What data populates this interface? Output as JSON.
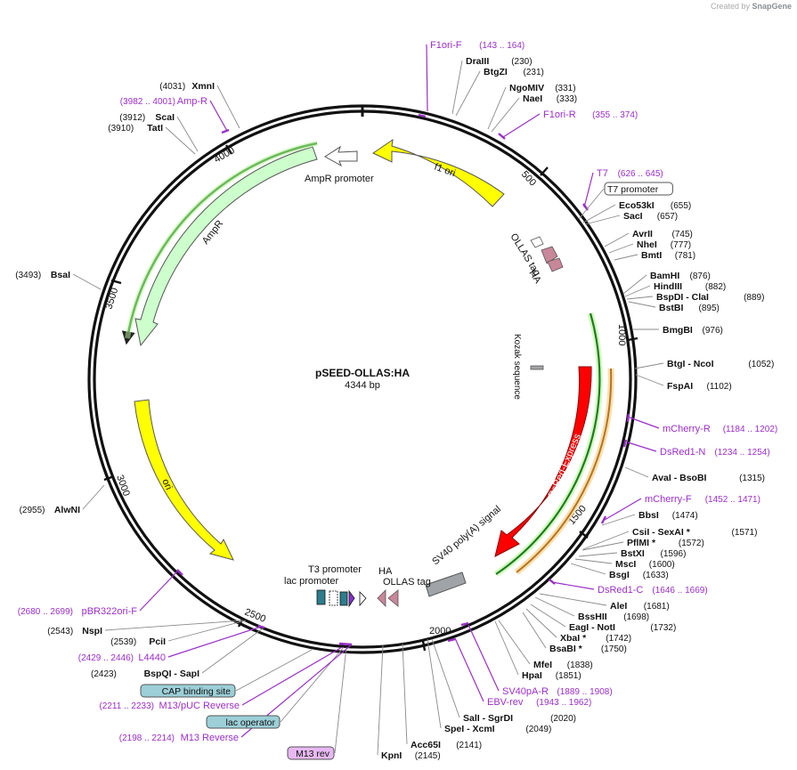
{
  "credit": {
    "prefix": "Created by",
    "brand": "SnapGene"
  },
  "plasmid": {
    "name": "pSEED-OLLAS:HA",
    "size_label": "4344 bp",
    "length": 4344
  },
  "colors": {
    "primer": "#9a2fc8",
    "enzyme": "#000000",
    "ori": "#ffff00",
    "ampr": "#ccffcc",
    "dsred": "#ff0000",
    "sv40": "#a0a4a8",
    "tag": "#c9879a",
    "feature_box": "#9ccfd8",
    "m13box": "#e7b8f2"
  },
  "ticks": [
    "500",
    "1000",
    "1500",
    "2000",
    "2500",
    "3000",
    "3500",
    "4000"
  ],
  "features": [
    {
      "name": "AmpR promoter",
      "color": "#ffffff"
    },
    {
      "name": "AmpR",
      "color": "#ccffcc"
    },
    {
      "name": "f1 ori",
      "color": "#ffff00"
    },
    {
      "name": "ori",
      "color": "#ffff00"
    },
    {
      "name": "DsRed-Express",
      "color": "#ff0000"
    },
    {
      "name": "SV40 poly(A) signal",
      "color": "#a0a4a8"
    },
    {
      "name": "Kozak sequence",
      "color": "#a0a4a8"
    },
    {
      "name": "OLLAS tag",
      "color": "#c9879a"
    },
    {
      "name": "HA",
      "color": "#c9879a"
    },
    {
      "name": "T3 promoter",
      "color": "#ffffff"
    },
    {
      "name": "lac promoter",
      "color": "#ffffff"
    }
  ],
  "right_labels": [
    {
      "name": "F1ori-F",
      "pos": "(143 .. 164)",
      "kind": "primer"
    },
    {
      "name": "DraIII",
      "pos": "(230)",
      "kind": "enzyme"
    },
    {
      "name": "BtgZI",
      "pos": "(231)",
      "kind": "enzyme"
    },
    {
      "name": "NgoMIV",
      "pos": "(331)",
      "kind": "enzyme"
    },
    {
      "name": "NaeI",
      "pos": "(333)",
      "kind": "enzyme"
    },
    {
      "name": "F1ori-R",
      "pos": "(355 .. 374)",
      "kind": "primer"
    },
    {
      "name": "T7",
      "pos": "(626 .. 645)",
      "kind": "primer"
    },
    {
      "name": "T7 promoter",
      "pos": "",
      "kind": "box"
    },
    {
      "name": "Eco53kI",
      "pos": "(655)",
      "kind": "enzyme"
    },
    {
      "name": "SacI",
      "pos": "(657)",
      "kind": "enzyme"
    },
    {
      "name": "AvrII",
      "pos": "(745)",
      "kind": "enzyme"
    },
    {
      "name": "NheI",
      "pos": "(777)",
      "kind": "enzyme"
    },
    {
      "name": "BmtI",
      "pos": "(781)",
      "kind": "enzyme"
    },
    {
      "name": "BamHI",
      "pos": "(876)",
      "kind": "enzyme"
    },
    {
      "name": "HindIII",
      "pos": "(882)",
      "kind": "enzyme"
    },
    {
      "name": "BspDI  - ClaI",
      "pos": "(889)",
      "kind": "enzyme"
    },
    {
      "name": "BstBI",
      "pos": "(895)",
      "kind": "enzyme"
    },
    {
      "name": "BmgBI",
      "pos": "(976)",
      "kind": "enzyme"
    },
    {
      "name": "BtgI  - NcoI",
      "pos": "(1052)",
      "kind": "enzyme"
    },
    {
      "name": "FspAI",
      "pos": "(1102)",
      "kind": "enzyme"
    },
    {
      "name": "mCherry-R",
      "pos": "(1184 .. 1202)",
      "kind": "primer"
    },
    {
      "name": "DsRed1-N",
      "pos": "(1234 .. 1254)",
      "kind": "primer"
    },
    {
      "name": "AvaI  - BsoBI",
      "pos": "(1315)",
      "kind": "enzyme"
    },
    {
      "name": "mCherry-F",
      "pos": "(1452 .. 1471)",
      "kind": "primer"
    },
    {
      "name": "BbsI",
      "pos": "(1474)",
      "kind": "enzyme"
    },
    {
      "name": "CsiI  - SexAI *",
      "pos": "(1571)",
      "kind": "enzyme"
    },
    {
      "name": "PflMI *",
      "pos": "(1572)",
      "kind": "enzyme"
    },
    {
      "name": "BstXI",
      "pos": "(1596)",
      "kind": "enzyme"
    },
    {
      "name": "MscI",
      "pos": "(1600)",
      "kind": "enzyme"
    },
    {
      "name": "BsgI",
      "pos": "(1633)",
      "kind": "enzyme"
    },
    {
      "name": "DsRed1-C",
      "pos": "(1646 .. 1669)",
      "kind": "primer"
    },
    {
      "name": "AleI",
      "pos": "(1681)",
      "kind": "enzyme"
    },
    {
      "name": "BssHII",
      "pos": "(1698)",
      "kind": "enzyme"
    },
    {
      "name": "EagI  - NotI",
      "pos": "(1732)",
      "kind": "enzyme"
    },
    {
      "name": "XbaI *",
      "pos": "(1742)",
      "kind": "enzyme"
    },
    {
      "name": "BsaBI *",
      "pos": "(1750)",
      "kind": "enzyme"
    },
    {
      "name": "MfeI",
      "pos": "(1838)",
      "kind": "enzyme"
    },
    {
      "name": "HpaI",
      "pos": "(1851)",
      "kind": "enzyme"
    },
    {
      "name": "SV40pA-R",
      "pos": "(1889 .. 1908)",
      "kind": "primer"
    },
    {
      "name": "EBV-rev",
      "pos": "(1943 .. 1962)",
      "kind": "primer"
    },
    {
      "name": "SalI  - SgrDI",
      "pos": "(2020)",
      "kind": "enzyme"
    },
    {
      "name": "SpeI  - XcmI",
      "pos": "(2049)",
      "kind": "enzyme"
    },
    {
      "name": "Acc65I",
      "pos": "(2141)",
      "kind": "enzyme"
    },
    {
      "name": "KpnI",
      "pos": "(2145)",
      "kind": "enzyme"
    }
  ],
  "left_labels": [
    {
      "name": "XmnI",
      "pos": "(4031)",
      "kind": "enzyme"
    },
    {
      "name": "Amp-R",
      "pos": "(3982 .. 4001)",
      "kind": "primer"
    },
    {
      "name": "ScaI",
      "pos": "(3912)",
      "kind": "enzyme"
    },
    {
      "name": "TatI",
      "pos": "(3910)",
      "kind": "enzyme"
    },
    {
      "name": "BsaI",
      "pos": "(3493)",
      "kind": "enzyme"
    },
    {
      "name": "AlwNI",
      "pos": "(2955)",
      "kind": "enzyme"
    },
    {
      "name": "pBR322ori-F",
      "pos": "(2680 .. 2699)",
      "kind": "primer"
    },
    {
      "name": "NspI",
      "pos": "(2543)",
      "kind": "enzyme"
    },
    {
      "name": "PciI",
      "pos": "(2539)",
      "kind": "enzyme"
    },
    {
      "name": "L4440",
      "pos": "(2429 .. 2446)",
      "kind": "primer"
    },
    {
      "name": "BspQI  - SapI",
      "pos": "(2423)",
      "kind": "enzyme"
    },
    {
      "name": "CAP binding site",
      "pos": "",
      "kind": "box"
    },
    {
      "name": "M13/pUC Reverse",
      "pos": "(2211 .. 2233)",
      "kind": "primer"
    },
    {
      "name": "lac operator",
      "pos": "",
      "kind": "box"
    },
    {
      "name": "M13 Reverse",
      "pos": "(2198 .. 2214)",
      "kind": "primer"
    },
    {
      "name": "M13 rev",
      "pos": "",
      "kind": "mbox"
    }
  ]
}
